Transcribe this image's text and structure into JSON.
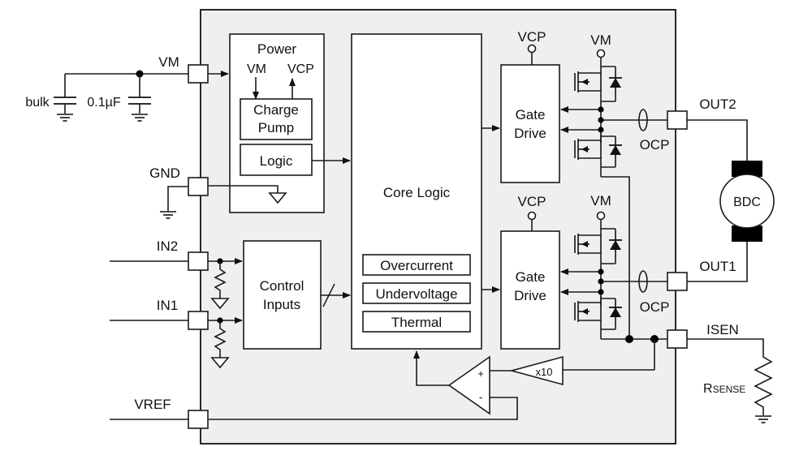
{
  "colors": {
    "chip_fill": "#efefef",
    "stroke": "#1a1a1a",
    "motor_magnet": "#000000"
  },
  "labels": {
    "power": "Power",
    "vm_in_power": "VM",
    "vcp_in_power": "VCP",
    "charge": "Charge",
    "pump": "Pump",
    "logic": "Logic",
    "core_logic": "Core Logic",
    "overcurrent": "Overcurrent",
    "undervoltage": "Undervoltage",
    "thermal": "Thermal",
    "control": "Control",
    "inputs": "Inputs",
    "gate": "Gate",
    "drive": "Drive",
    "vcp": "VCP",
    "vm": "VM",
    "ocp": "OCP",
    "x10": "x10",
    "plus": "+",
    "minus": "-",
    "bdc": "BDC",
    "bulk": "bulk",
    "cap": "0.1µF",
    "rsense_r": "R",
    "rsense_sub": "SENSE"
  },
  "pins": {
    "vm": "VM",
    "gnd": "GND",
    "in2": "IN2",
    "in1": "IN1",
    "vref": "VREF",
    "out2": "OUT2",
    "out1": "OUT1",
    "isen": "ISEN"
  },
  "icons": [
    "mosfet-icon",
    "diode-icon",
    "ground-icon",
    "resistor-icon",
    "capacitor-icon",
    "comparator-icon",
    "amplifier-icon",
    "motor-icon"
  ]
}
